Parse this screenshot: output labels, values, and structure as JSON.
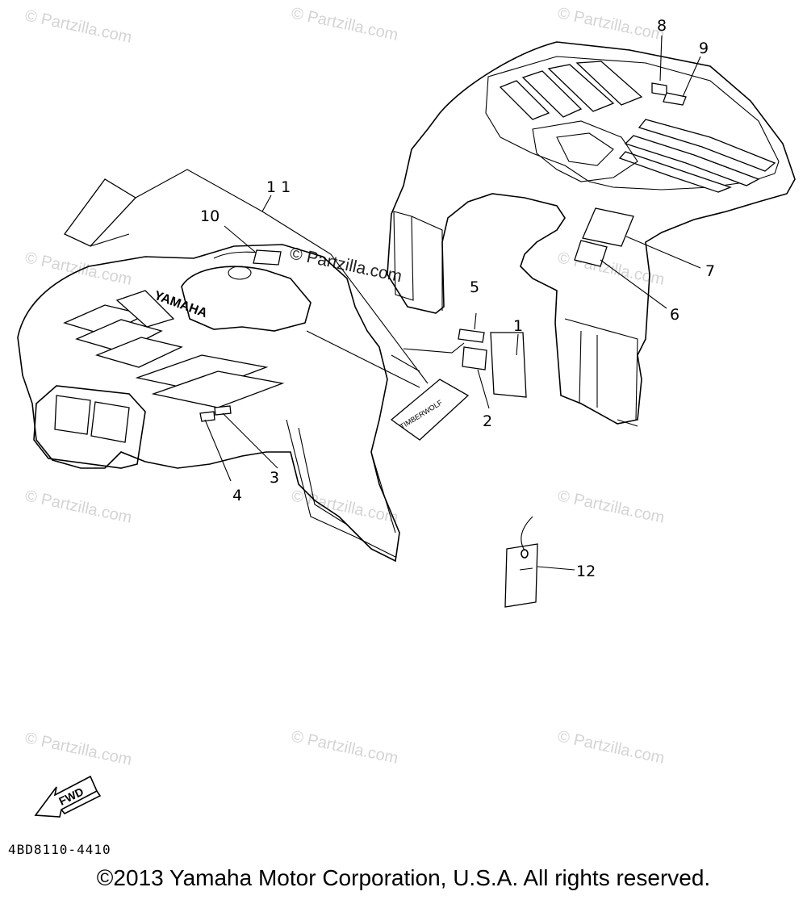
{
  "watermark_text": "© Partzilla.com",
  "callouts": {
    "c1": "1",
    "c2": "2",
    "c3": "3",
    "c4": "4",
    "c5": "5",
    "c6": "6",
    "c7": "7",
    "c8": "8",
    "c9": "9",
    "c10": "10",
    "c11": "1 1",
    "c12": "12"
  },
  "labels": {
    "yamaha": "YAMAHA",
    "timberwolf": "TIMBERWOLF",
    "fwd": "FWD"
  },
  "part_number": "4BD8110-4410",
  "copyright": "©2013 Yamaha Motor Corporation, U.S.A. All rights reserved."
}
